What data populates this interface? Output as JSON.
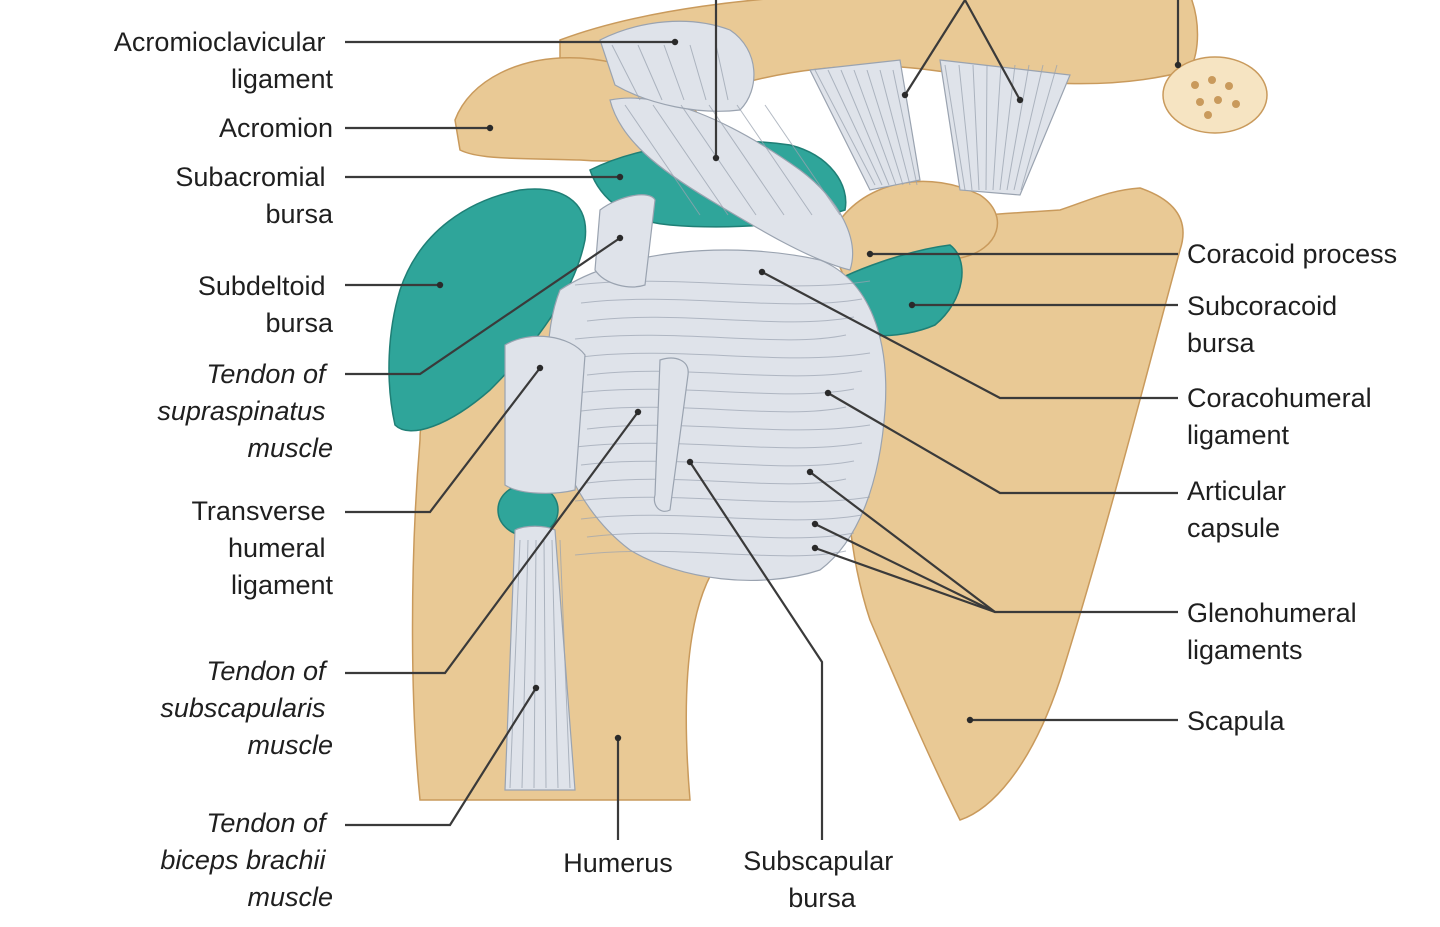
{
  "colors": {
    "bone": "#e9c995",
    "bone_light": "#f6e4c2",
    "bone_shadow": "#c99a5c",
    "ligament": "#dfe3ea",
    "ligament_line": "#9aa3b0",
    "bursa": "#2fa59a",
    "bursa_light": "#8fd3c9",
    "leader": "#3a3a3a"
  },
  "labels_left": [
    {
      "lines": [
        "Acromioclavicular",
        "ligament"
      ],
      "italic": false
    },
    {
      "lines": [
        "Acromion"
      ],
      "italic": false
    },
    {
      "lines": [
        "Subacromial",
        "bursa"
      ],
      "italic": false
    },
    {
      "lines": [
        "Subdeltoid",
        "bursa"
      ],
      "italic": false
    },
    {
      "lines": [
        "Tendon of",
        "supraspinatus",
        "muscle"
      ],
      "italic": true
    },
    {
      "lines": [
        "Transverse",
        "humeral",
        "ligament"
      ],
      "italic": false
    },
    {
      "lines": [
        "Tendon of",
        "subscapularis",
        "muscle"
      ],
      "italic": true
    },
    {
      "lines": [
        "Tendon of",
        "biceps brachii",
        "muscle"
      ],
      "italic": true
    }
  ],
  "labels_right": [
    {
      "lines": [
        "Coracoid process"
      ]
    },
    {
      "lines": [
        "Subcoracoid",
        "bursa"
      ]
    },
    {
      "lines": [
        "Coracohumeral",
        "ligament"
      ]
    },
    {
      "lines": [
        "Articular",
        "capsule"
      ]
    },
    {
      "lines": [
        "Glenohumeral",
        "ligaments"
      ]
    },
    {
      "lines": [
        "Scapula"
      ]
    }
  ],
  "labels_bottom": [
    {
      "lines": [
        "Humerus"
      ]
    },
    {
      "lines": [
        "Subscapular",
        "bursa"
      ]
    }
  ]
}
